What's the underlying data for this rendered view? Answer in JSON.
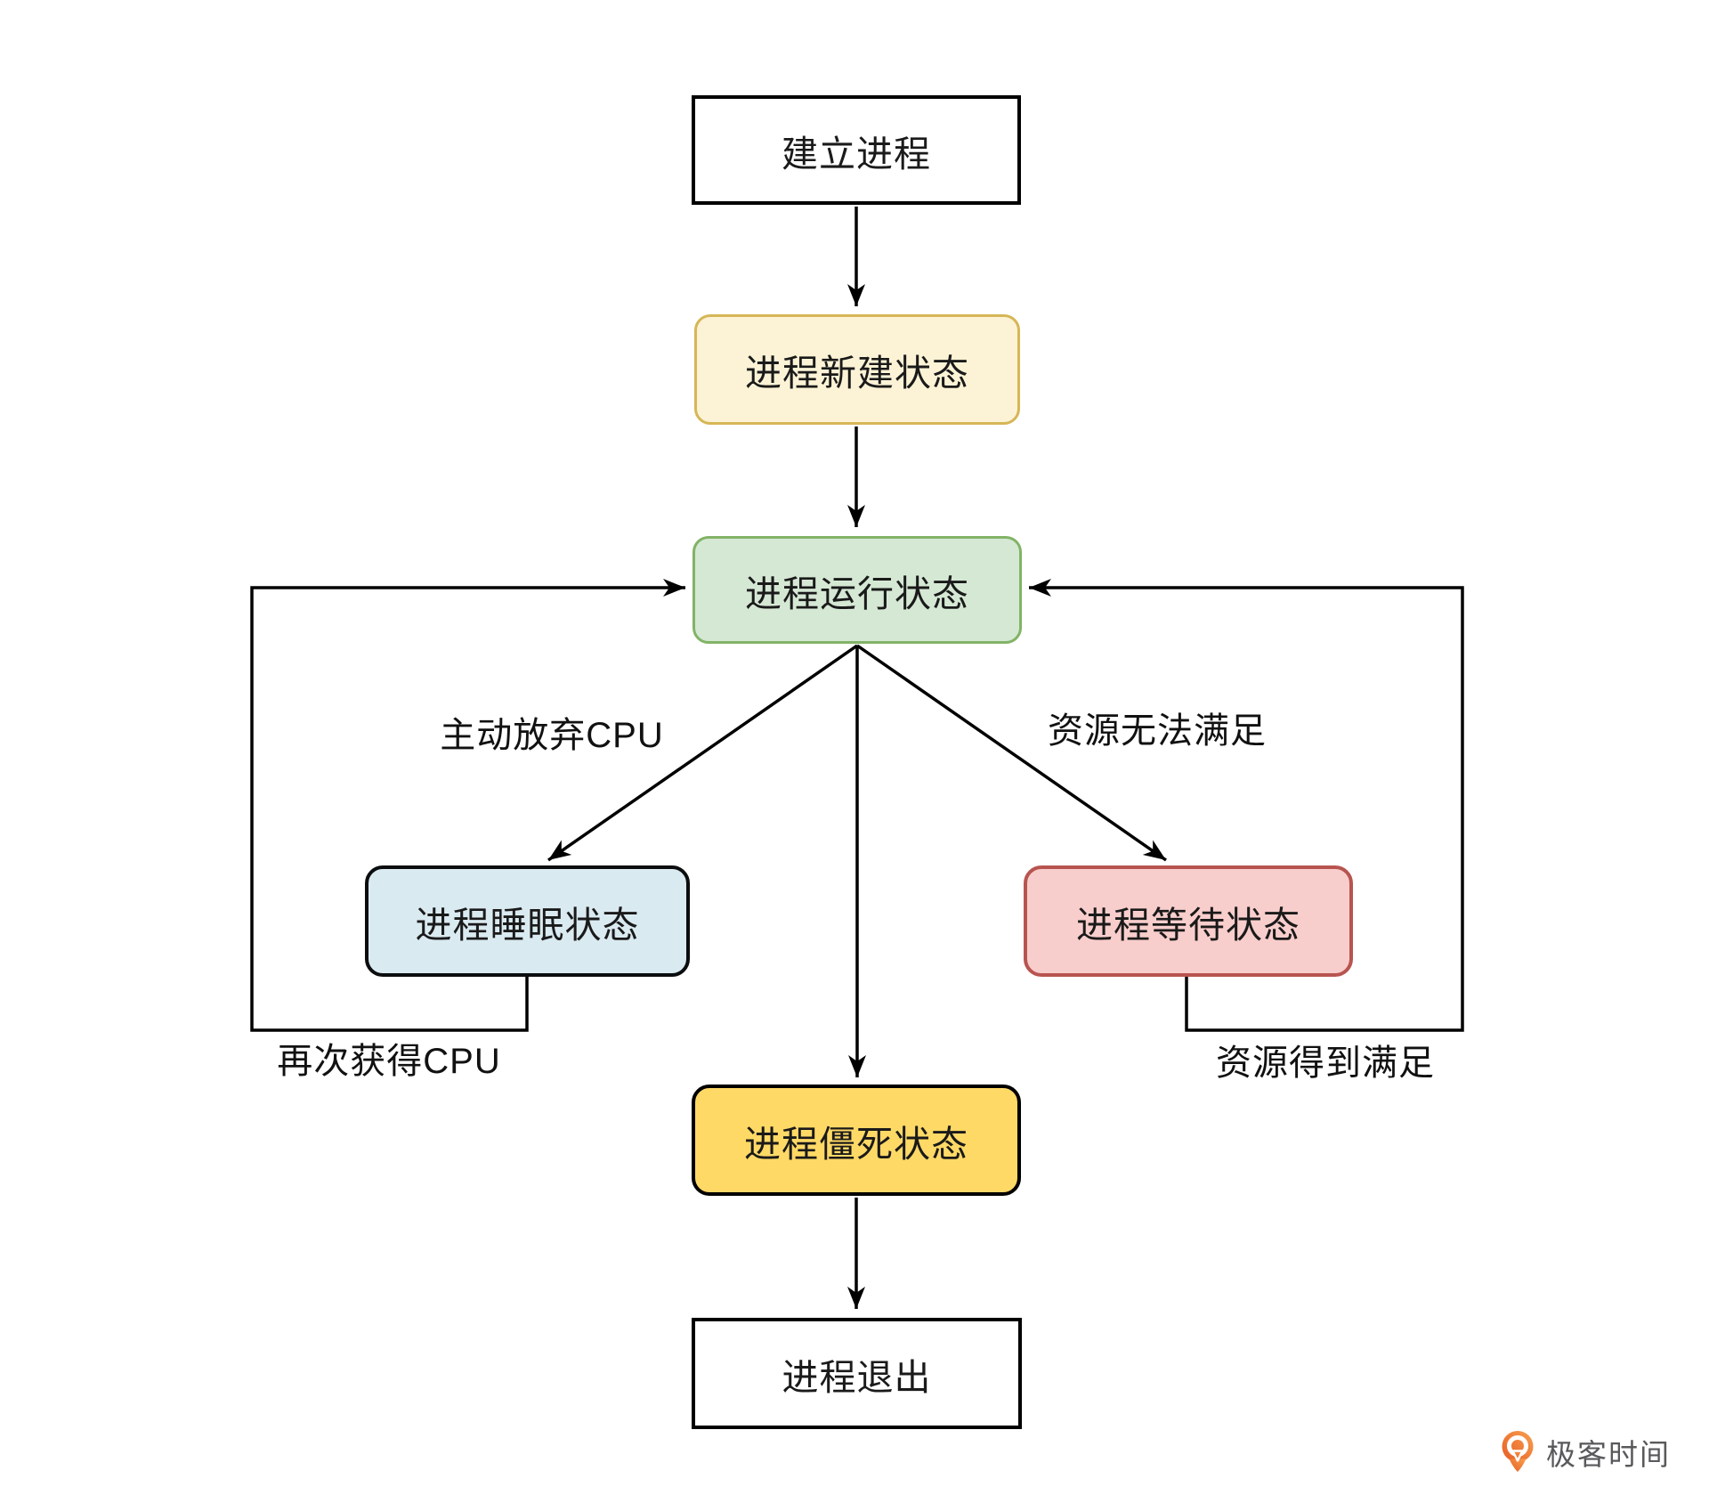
{
  "diagram": {
    "nodes": [
      {
        "id": "create",
        "label": "建立进程"
      },
      {
        "id": "new",
        "label": "进程新建状态"
      },
      {
        "id": "running",
        "label": "进程运行状态"
      },
      {
        "id": "sleep",
        "label": "进程睡眠状态"
      },
      {
        "id": "wait",
        "label": "进程等待状态"
      },
      {
        "id": "zombie",
        "label": "进程僵死状态"
      },
      {
        "id": "exit",
        "label": "进程退出"
      }
    ],
    "edge_labels": [
      {
        "id": "yield_cpu",
        "label": "主动放弃CPU"
      },
      {
        "id": "resource_unmet",
        "label": "资源无法满足"
      },
      {
        "id": "regain_cpu",
        "label": "再次获得CPU"
      },
      {
        "id": "resource_satisfied",
        "label": "资源得到满足"
      }
    ]
  },
  "footer": {
    "brand_name": "极客时间"
  },
  "colors": {
    "background": "#FFFFFF",
    "plain_box_border": "#000000",
    "new_state_fill": "#FCF3D6",
    "new_state_border": "#D6B656",
    "running_fill": "#D5E8D4",
    "running_border": "#82B366",
    "sleep_fill": "#DAEAF1",
    "sleep_border": "#0B0D0E",
    "wait_fill": "#F8CECC",
    "wait_border": "#B85450",
    "zombie_fill": "#FFD966",
    "zombie_border": "#000000",
    "arrow": "#000000",
    "text": "#1A1A1A",
    "brand_orange": "#EE6A2B",
    "brand_text_gray": "#58595B"
  }
}
